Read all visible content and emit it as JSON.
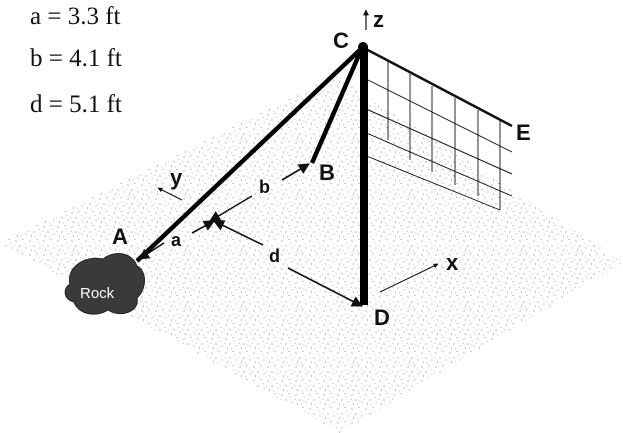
{
  "given": [
    {
      "text": "a = 3.3 ft"
    },
    {
      "text": "b = 4.1 ft"
    },
    {
      "text": "d = 5.1 ft"
    }
  ],
  "points": {
    "A": "A",
    "B": "B",
    "C": "C",
    "D": "D",
    "E": "E"
  },
  "axes": {
    "x": "x",
    "y": "y",
    "z": "z"
  },
  "dimensions": {
    "a": "a",
    "b": "b",
    "d": "d"
  },
  "rock_label": "Rock",
  "colors": {
    "ink": "#111111",
    "ground_speckle": "#555555",
    "rock": "#3a3a3a"
  }
}
